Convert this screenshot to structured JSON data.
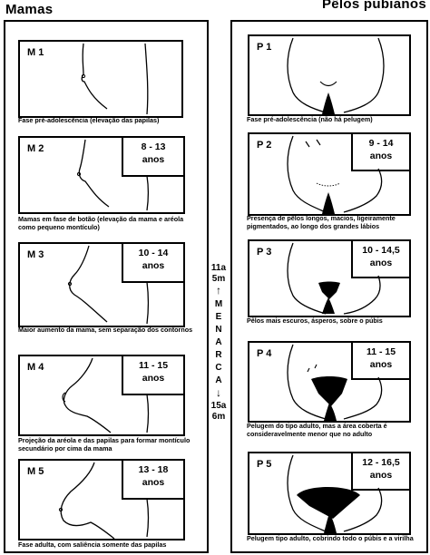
{
  "headers": {
    "left": "Mamas",
    "right": "Pêlos pubianos"
  },
  "mamas": [
    {
      "id": "M 1",
      "age": "",
      "age_unit": "",
      "caption": "Fase pré-adolescência  (elevação das papilas)"
    },
    {
      "id": "M 2",
      "age": "8 - 13",
      "age_unit": "anos",
      "caption": "Mamas em fase de botão (elevação da mama e aréola como pequeno montículo)"
    },
    {
      "id": "M 3",
      "age": "10 - 14",
      "age_unit": "anos",
      "caption": "Maior aumento da mama, sem separação dos contornos"
    },
    {
      "id": "M 4",
      "age": "11 - 15",
      "age_unit": "anos",
      "caption": "Projeção da aréola e das papilas para formar montículo secundário por cima da mama"
    },
    {
      "id": "M 5",
      "age": "13 - 18",
      "age_unit": "anos",
      "caption": "Fase adulta, com saliência somente das papilas"
    }
  ],
  "pelos": [
    {
      "id": "P 1",
      "age": "",
      "age_unit": "",
      "caption": "Fase pré-adolescência  (não há pelugem)"
    },
    {
      "id": "P 2",
      "age": "9 - 14",
      "age_unit": "anos",
      "caption": "Presença de pêlos longos, macios, ligeiramente pigmentados, ao longo dos grandes lábios"
    },
    {
      "id": "P 3",
      "age": "10 - 14,5",
      "age_unit": "anos",
      "caption": "Pêlos mais escuros, ásperos, sobre o púbis"
    },
    {
      "id": "P 4",
      "age": "11 - 15",
      "age_unit": "anos",
      "caption": "Pelugem do tipo adulto, mas a área coberta é consideravelmente menor que no adulto"
    },
    {
      "id": "P 5",
      "age": "12 - 16,5",
      "age_unit": "anos",
      "caption": "Pelugem tipo adulto, cobrindo todo o púbis e a virilha"
    }
  ],
  "menarca": {
    "start": "11a",
    "start2": "5m",
    "up_arrow": "↑",
    "letters": [
      "M",
      "E",
      "N",
      "A",
      "R",
      "C",
      "A"
    ],
    "down_arrow": "↓",
    "end": "15a",
    "end2": "6m"
  }
}
